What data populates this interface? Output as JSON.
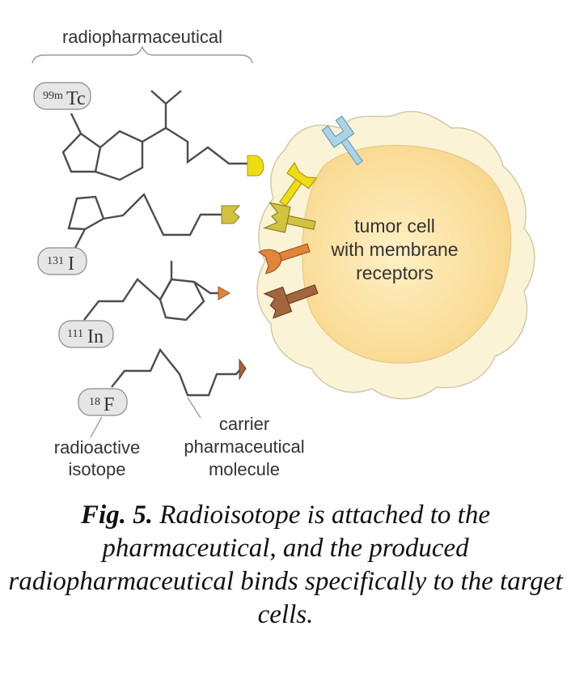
{
  "labels": {
    "bracket": "radiopharmaceutical",
    "cell_line1": "tumor cell",
    "cell_line2": "with membrane",
    "cell_line3": "receptors",
    "isotope_line1": "radioactive",
    "isotope_line2": "isotope",
    "carrier_line1": "carrier",
    "carrier_line2": "pharmaceutical",
    "carrier_line3": "molecule"
  },
  "isotopes": [
    {
      "mass": "99m",
      "symbol": "Tc"
    },
    {
      "mass": "131",
      "symbol": "I"
    },
    {
      "mass": "111",
      "symbol": "In"
    },
    {
      "mass": "18",
      "symbol": "F"
    }
  ],
  "caption": {
    "prefix": "Fig. 5.",
    "text": " Radioisotope is attached to the pharmaceutical, and the produced radiopharmaceutical binds specifically to the target cells."
  },
  "colors": {
    "cell_outer": "#fbf3d5",
    "cell_inner": "#fbe3a6",
    "cell_edge": "#cfc9ac",
    "ligand_yellow": "#f0dc14",
    "ligand_olive": "#d1c33e",
    "ligand_orange": "#e0853a",
    "ligand_brown": "#a3653e",
    "receptor_blue": "#aad5e9"
  }
}
